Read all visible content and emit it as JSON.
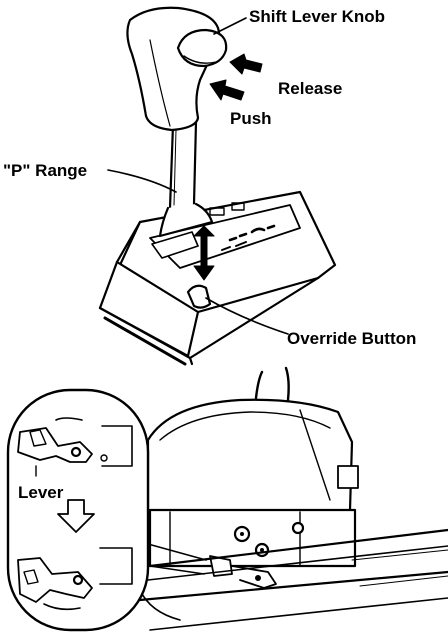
{
  "labels": {
    "shift_lever_knob": "Shift Lever Knob",
    "release": "Release",
    "push": "Push",
    "p_range": "\"P\" Range",
    "override_button": "Override Button",
    "lever": "Lever"
  },
  "colors": {
    "ink": "#000000",
    "paper": "#ffffff"
  }
}
